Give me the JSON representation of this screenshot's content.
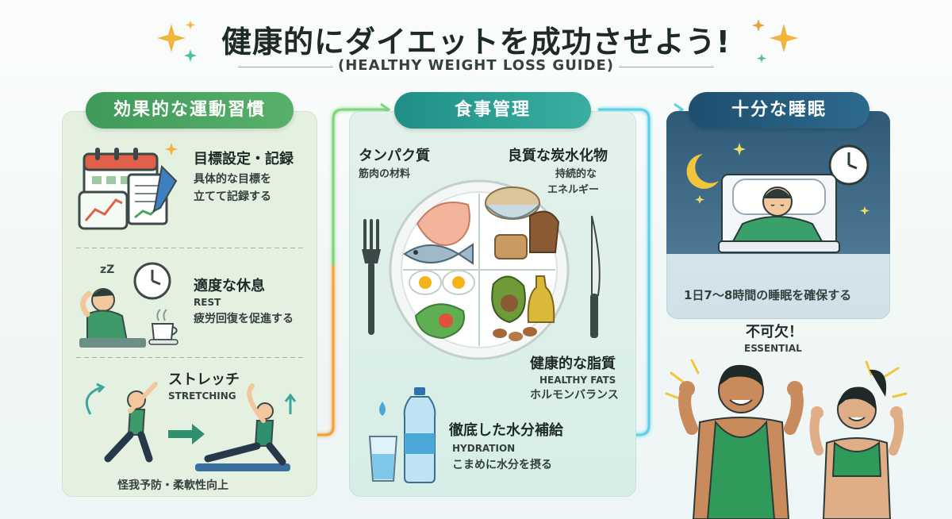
{
  "header": {
    "title": "健康的にダイエットを成功させよう!",
    "subtitle": "(HEALTHY WEIGHT LOSS GUIDE)"
  },
  "colors": {
    "exercise": "#4aa563",
    "diet": "#2a9f93",
    "sleep": "#245a7c",
    "flow_orange": "#f5a13a",
    "flow_green": "#7fd67a",
    "flow_cyan": "#5cd0e6"
  },
  "exercise": {
    "label": "効果的な運動習慣",
    "items": [
      {
        "title": "目標設定・記録",
        "desc_line1": "具体的な目標を",
        "desc_line2": "立てて記録する",
        "icon": "calendar-chart-icon"
      },
      {
        "title": "適度な休息",
        "en": "REST",
        "desc": "疲労回復を促進する",
        "icon": "resting-person-icon"
      },
      {
        "title": "ストレッチ",
        "en": "STRETCHING",
        "desc": "怪我予防・柔軟性向上",
        "icon": "stretching-people-icon"
      }
    ]
  },
  "diet": {
    "label": "食事管理",
    "protein": {
      "title": "タンパク質",
      "desc": "筋肉の材料"
    },
    "carbs": {
      "title": "良質な炭水化物",
      "desc_line1": "持続的な",
      "desc_line2": "エネルギー"
    },
    "fats": {
      "title": "健康的な脂質",
      "en": "HEALTHY FATS",
      "desc": "ホルモンバランス"
    },
    "hydration": {
      "title": "徹底した水分補給",
      "en": "HYDRATION",
      "desc": "こまめに水分を摂る"
    }
  },
  "sleep": {
    "label": "十分な睡眠",
    "desc": "1日7〜8時間の睡眠を確保する",
    "essential": "不可欠！",
    "essential_en": "ESSENTIAL"
  }
}
